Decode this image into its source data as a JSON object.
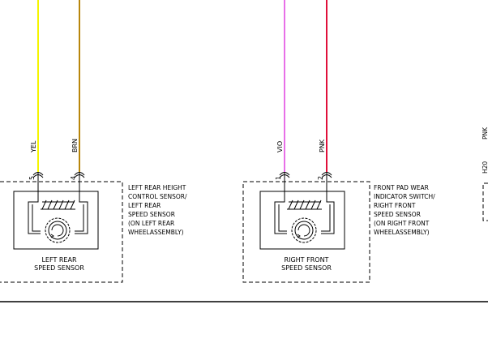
{
  "wires": [
    {
      "color_label": "YEL",
      "pin": "5",
      "stroke": "#f5f500"
    },
    {
      "color_label": "BRN",
      "pin": "4",
      "stroke": "#b8860b"
    },
    {
      "color_label": "VIO",
      "pin": "1",
      "stroke": "#e040e0"
    },
    {
      "color_label": "PNK",
      "pin": "2",
      "stroke": "#e0103a"
    }
  ],
  "left_component": {
    "name_line1": "LEFT REAR",
    "name_line2": "SPEED SENSOR",
    "description": [
      "LEFT REAR HEIGHT",
      "CONTROL SENSOR/",
      "LEFT REAR",
      "SPEED SENSOR",
      "(ON LEFT REAR",
      "WHEELASSEMBLY)"
    ]
  },
  "right_component": {
    "name_line1": "RIGHT FRONT",
    "name_line2": "SPEED SENSOR",
    "description": [
      "FRONT PAD WEAR",
      "INDICATOR SWITCH/",
      "RIGHT FRONT",
      "SPEED SENSOR",
      "(ON RIGHT FRONT",
      "WHEELASSEMBLY)"
    ]
  },
  "edge_labels": {
    "pnk": "PNK",
    "h20": "H20"
  }
}
